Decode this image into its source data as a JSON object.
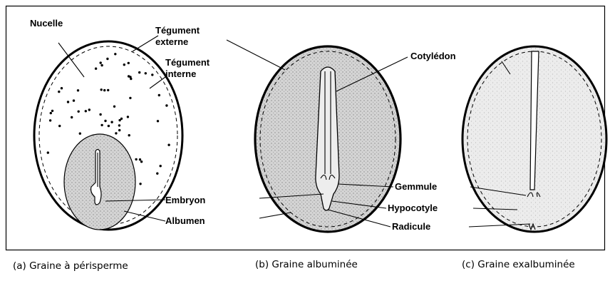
{
  "colors": {
    "stroke": "#000000",
    "stipple": "#d8d8d8",
    "stipple_dark": "#9a9a9a",
    "seed_a_fill": "#ffffff",
    "seed_c_fill": "#ececec"
  },
  "labels": {
    "nucelle": "Nucelle",
    "tegument_externe_1": "Tégument",
    "tegument_externe_2": "externe",
    "tegument_interne_1": "Tégument",
    "tegument_interne_2": "interne",
    "cotyledon": "Cotylédon",
    "embryon": "Embryon",
    "albumen": "Albumen",
    "gemmule": "Gemmule",
    "hypocotyle": "Hypocotyle",
    "radicule": "Radicule"
  },
  "captions": {
    "a": "(a) Graine à périsperme",
    "b": "(b) Graine albuminée",
    "c": "(c) Graine exalbuminée"
  }
}
